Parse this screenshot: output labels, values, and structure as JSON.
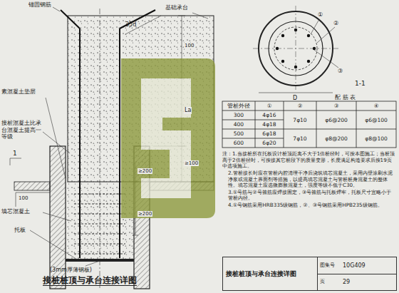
{
  "diagram": {
    "title": "接桩桩顶与承台连接详图",
    "nodes": [
      {
        "text": [
          "接桩桩顶与承台连接详图",
          "图集号",
          "10G409",
          "页",
          "29"
        ]
      }
    ],
    "labels": [
      "锚固钢筋",
      "35d",
      "基础承台",
      "≥100",
      "100",
      "La",
      "素混凝土垫层",
      "接桩混凝土比承台混凝土提高一等级",
      "1",
      "≥200",
      "≥200",
      "填芯混凝土",
      "托板",
      "(3mm厚薄钢板)",
      "100",
      "1-1",
      "D",
      "①",
      "②",
      "③",
      "配 筋 表",
      "管桩外径",
      "①",
      "②",
      "③",
      "④",
      "300",
      "4φ16",
      "400",
      "4φ18",
      "500",
      "6φ18",
      "600",
      "6φ20",
      "7φ10",
      "φ6@200",
      "φ6@100",
      "7φ10",
      "φ8@200",
      "φ8@100",
      "注：1.当接桩所在托板设计桩顶距离不大于1倍桩径时，可按本图施工；当桩顶高于2倍桩径时，可按接其它桩段下的质量变形，长度满足构造要求后按19页中选项施工。",
      "2.管桩接长时应在管桩内腔清理干净后浇筑填芯混凝土，采用内壁涂刷水泥净浆或混凝土界面剂等措施，以提高填芯混凝土与管桩桩身混凝土的整体性。填芯混凝土应选微膨胀混凝土，强度等级不低于C30。",
      "3.①号筋与②号箍筋应焊接固定，③号箍筋与托板焊牢，托板尺寸宜略小于管桩内径。",
      "4.①号钢筋采用HRB335级钢筋，②、③号钢筋采用HPB235级钢筋。"
    ]
  }
}
